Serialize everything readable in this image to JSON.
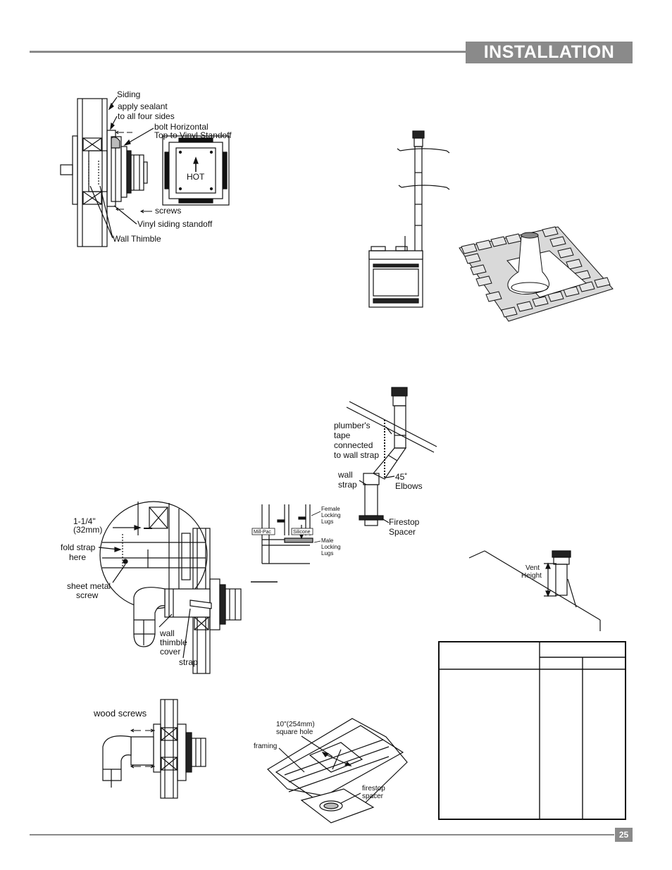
{
  "header": {
    "title": "INSTALLATION"
  },
  "footer": {
    "page_number": "25"
  },
  "fig_siding": {
    "siding": "Siding",
    "sealant_1": "apply sealant",
    "sealant_2": "to all four sides",
    "bolt_1": "bolt Horizontal",
    "bolt_2": "Top to Vinyl Standoff",
    "screws": "screws",
    "standoff": "Vinyl siding standoff",
    "thimble": "Wall Thimble",
    "hot": "HOT"
  },
  "fig_vent": {
    "plumbers_1": "plumber's",
    "plumbers_2": "tape",
    "plumbers_3": "connected",
    "plumbers_4": "to wall strap",
    "wall_strap_1": "wall",
    "wall_strap_2": "strap",
    "elbows_1": "45˚",
    "elbows_2": "Elbows",
    "firestop_1": "Firestop",
    "firestop_2": "Spacer"
  },
  "fig_lugs": {
    "female_1": "Female",
    "female_2": "Locking",
    "female_3": "Lugs",
    "male_1": "Male",
    "male_2": "Locking",
    "male_3": "Lugs",
    "millpac": "Mill-Pac",
    "silicone": "Silicone"
  },
  "fig_strap": {
    "dim_1": "1-1/4\"",
    "dim_2": "(32mm)",
    "fold_1": "fold strap",
    "fold_2": "here",
    "screw_1": "sheet metal",
    "screw_2": "screw",
    "cover_1": "wall",
    "cover_2": "thimble",
    "cover_3": "cover",
    "strap": "strap"
  },
  "fig_wood": {
    "label": "wood screws"
  },
  "fig_ceiling": {
    "hole_1": "10\"(254mm)",
    "hole_2": "square hole",
    "framing": "framing",
    "spacer_1": "firestop",
    "spacer_2": "spacer"
  },
  "fig_roof": {
    "vent_1": "Vent",
    "vent_2": "Height"
  }
}
